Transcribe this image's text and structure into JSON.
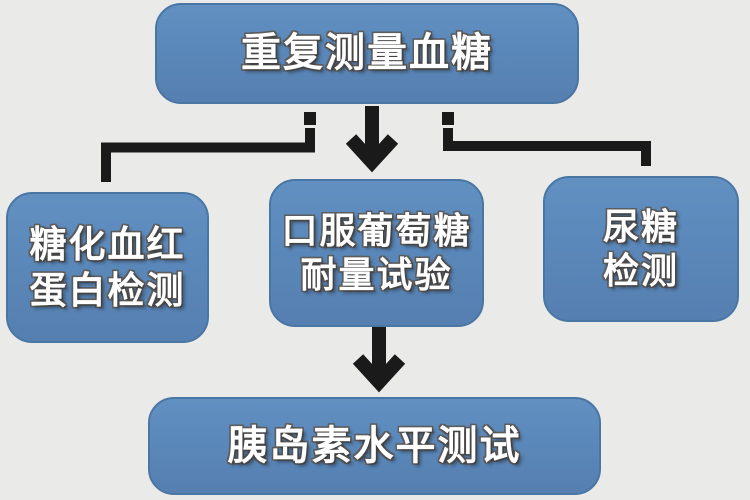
{
  "diagram": {
    "type": "flowchart",
    "background_color": "#eaeae8",
    "node_fill_color": "#5b88ba",
    "node_border_color": "#4a76a4",
    "node_text_color": "#ffffff",
    "connector_color": "#1a1a1a",
    "nodes": {
      "top": {
        "id": "repeat-blood-glucose-measure",
        "label": "重复测量血糖"
      },
      "left": {
        "id": "glycated-hemoglobin-test",
        "line1": "糖化血红",
        "line2": "蛋白检测"
      },
      "center": {
        "id": "oral-glucose-tolerance-test",
        "line1": "口服葡萄糖",
        "line2": "耐量试验"
      },
      "right": {
        "id": "urine-glucose-test",
        "line1": "尿糖",
        "line2": "检测"
      },
      "bottom": {
        "id": "insulin-level-test",
        "label": "胰岛素水平测试"
      }
    },
    "edges": [
      {
        "from": "repeat-blood-glucose-measure",
        "to": "glycated-hemoglobin-test",
        "style": "elbow-line"
      },
      {
        "from": "repeat-blood-glucose-measure",
        "to": "oral-glucose-tolerance-test",
        "style": "thick-arrow"
      },
      {
        "from": "repeat-blood-glucose-measure",
        "to": "urine-glucose-test",
        "style": "elbow-line"
      },
      {
        "from": "oral-glucose-tolerance-test",
        "to": "insulin-level-test",
        "style": "thick-arrow"
      }
    ]
  }
}
